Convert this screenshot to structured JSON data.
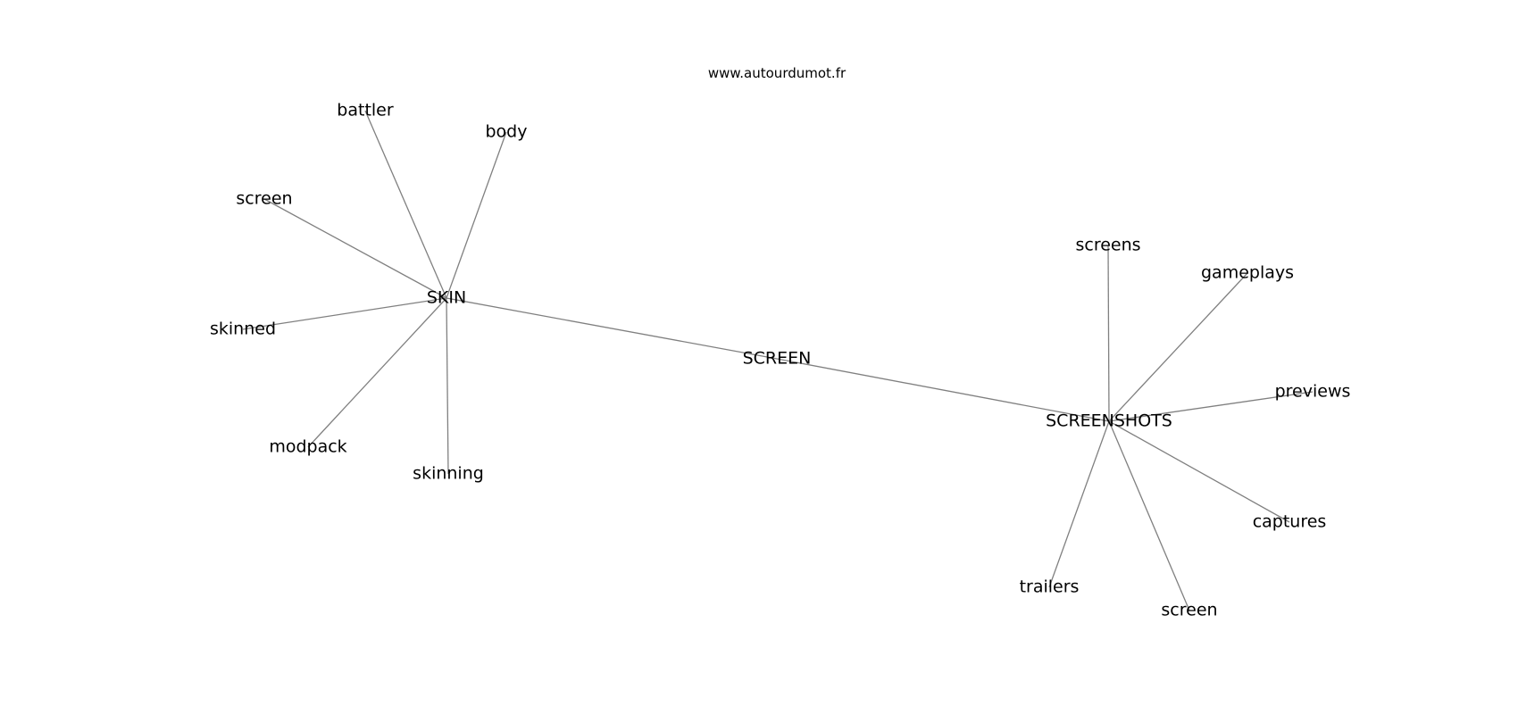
{
  "credit": "www.autourdumot.fr",
  "nodes": [
    {
      "id": "SCREEN",
      "label": "SCREEN"
    },
    {
      "id": "SKIN",
      "label": "SKIN"
    },
    {
      "id": "SCREENSHOTS",
      "label": "SCREENSHOTS"
    },
    {
      "id": "battler",
      "label": "battler"
    },
    {
      "id": "body",
      "label": "body"
    },
    {
      "id": "screen_a",
      "label": "screen"
    },
    {
      "id": "skinned",
      "label": "skinned"
    },
    {
      "id": "modpack",
      "label": "modpack"
    },
    {
      "id": "skinning",
      "label": "skinning"
    },
    {
      "id": "screens",
      "label": "screens"
    },
    {
      "id": "gameplays",
      "label": "gameplays"
    },
    {
      "id": "previews",
      "label": "previews"
    },
    {
      "id": "captures",
      "label": "captures"
    },
    {
      "id": "trailers",
      "label": "trailers"
    },
    {
      "id": "screen_b",
      "label": "screen"
    }
  ],
  "edges": [
    [
      "SKIN",
      "SCREEN"
    ],
    [
      "SCREEN",
      "SCREENSHOTS"
    ],
    [
      "SKIN",
      "battler"
    ],
    [
      "SKIN",
      "body"
    ],
    [
      "SKIN",
      "screen_a"
    ],
    [
      "SKIN",
      "skinned"
    ],
    [
      "SKIN",
      "modpack"
    ],
    [
      "SKIN",
      "skinning"
    ],
    [
      "SCREENSHOTS",
      "screens"
    ],
    [
      "SCREENSHOTS",
      "gameplays"
    ],
    [
      "SCREENSHOTS",
      "previews"
    ],
    [
      "SCREENSHOTS",
      "captures"
    ],
    [
      "SCREENSHOTS",
      "trailers"
    ],
    [
      "SCREENSHOTS",
      "screen_b"
    ]
  ]
}
